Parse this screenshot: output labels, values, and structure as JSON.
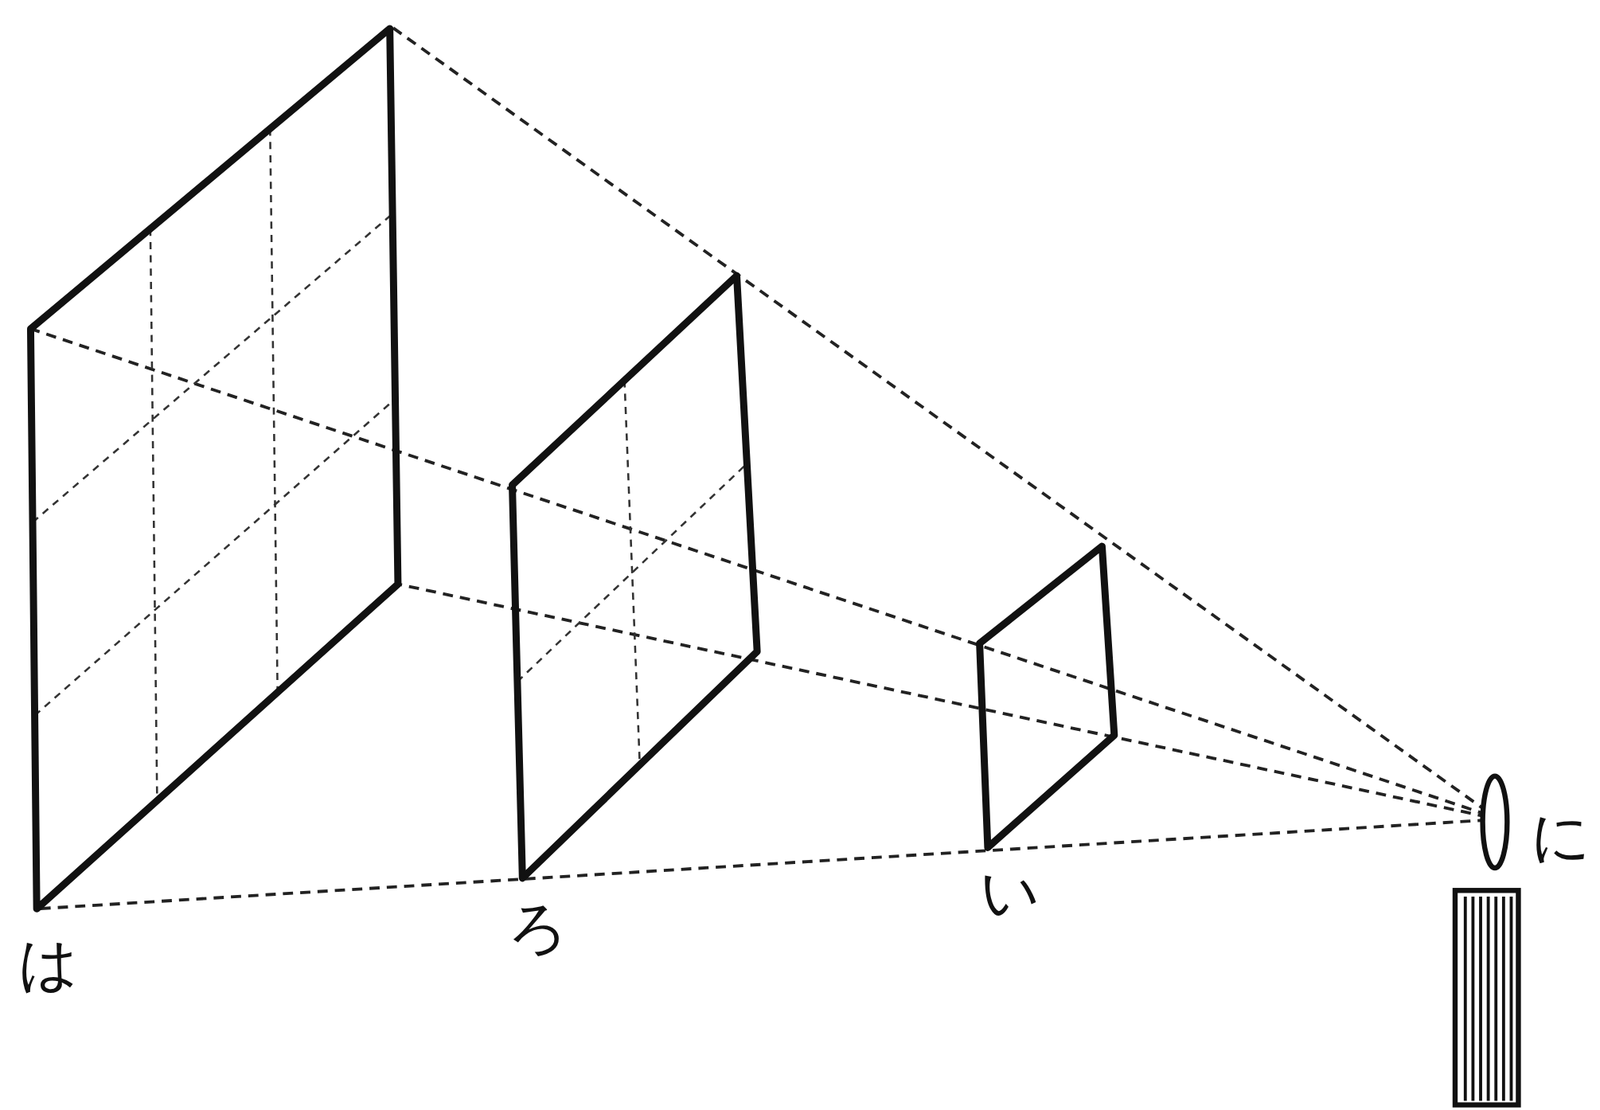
{
  "diagram": {
    "labels": [
      "は",
      "ろ",
      "い",
      "に"
    ]
  }
}
